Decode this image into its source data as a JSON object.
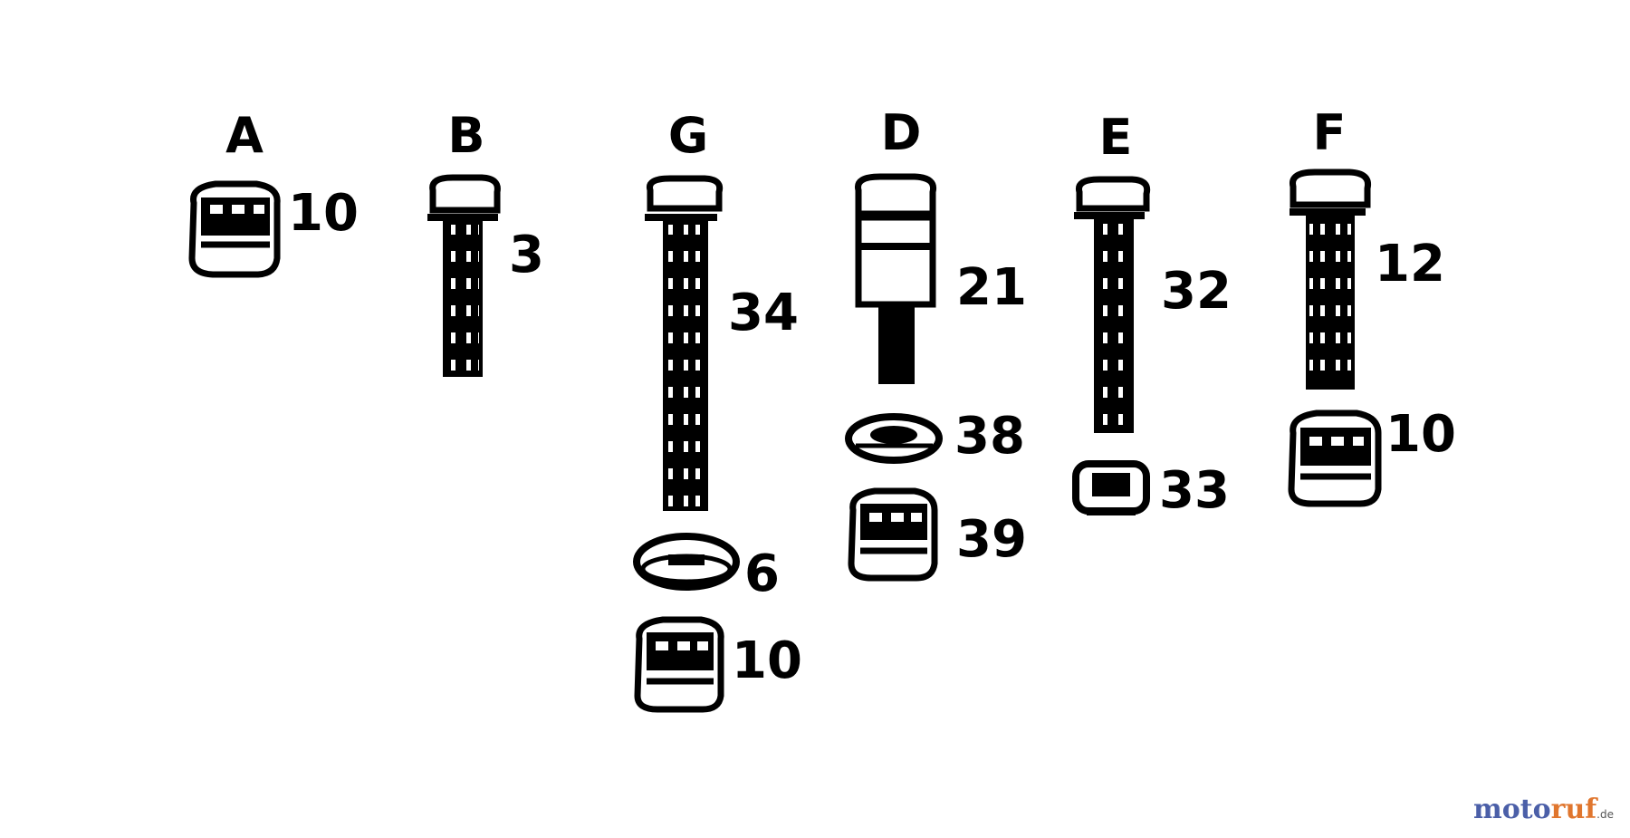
{
  "groups": [
    {
      "letter": "A",
      "parts": [
        "10"
      ]
    },
    {
      "letter": "B",
      "parts": [
        "3"
      ]
    },
    {
      "letter": "G",
      "parts": [
        "34",
        "6",
        "10"
      ]
    },
    {
      "letter": "D",
      "parts": [
        "21",
        "38",
        "39"
      ]
    },
    {
      "letter": "E",
      "parts": [
        "32",
        "33"
      ]
    },
    {
      "letter": "F",
      "parts": [
        "12",
        "10"
      ]
    }
  ],
  "watermark": {
    "text_a": "moto",
    "text_b": "ruf",
    "suffix": ".de"
  }
}
